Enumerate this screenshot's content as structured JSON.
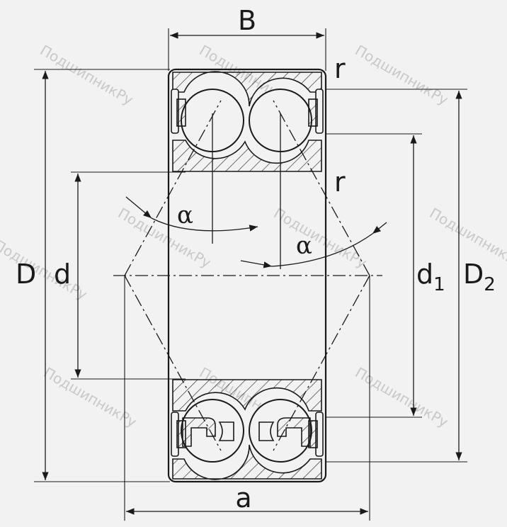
{
  "labels": {
    "B": "B",
    "r_top": "r",
    "r_mid": "r",
    "D": "D",
    "d": "d",
    "d1_main": "d",
    "d1_sub": "1",
    "D2_main": "D",
    "D2_sub": "2",
    "alpha_left": "α",
    "alpha_right": "α",
    "a": "a"
  },
  "watermark": "ПодшипникРу",
  "colors": {
    "line": "#1a1a1a",
    "background": "#f2f2f2",
    "watermark": "#c9c9c9"
  }
}
